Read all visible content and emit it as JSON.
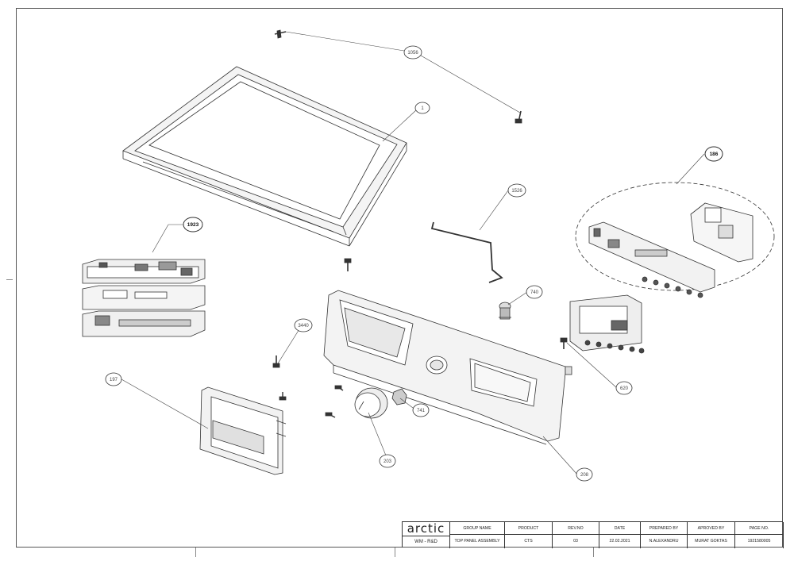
{
  "callouts": [
    {
      "id": "c1056",
      "text": "1056"
    },
    {
      "id": "c1",
      "text": "1"
    },
    {
      "id": "c186",
      "text": "186"
    },
    {
      "id": "c1923",
      "text": "1923"
    },
    {
      "id": "c1526",
      "text": "1526"
    },
    {
      "id": "c740",
      "text": "740"
    },
    {
      "id": "c3440",
      "text": "3440"
    },
    {
      "id": "c197",
      "text": "197"
    },
    {
      "id": "c620",
      "text": "620"
    },
    {
      "id": "c741",
      "text": "741"
    },
    {
      "id": "c203",
      "text": "203"
    },
    {
      "id": "c208",
      "text": "208"
    }
  ],
  "title_block": {
    "logo": "arctic",
    "department": "WM - R&D",
    "headers": [
      "GROUP NAME",
      "PRODUCT",
      "REV.NO",
      "DATE",
      "PREPARED BY",
      "APROVED BY",
      "PAGE NO."
    ],
    "values": [
      "TOP PANEL ASSEMBLY",
      "CTS",
      "03",
      "22.02.2021",
      "N.ALEXANDRU",
      "MURAT GOKTAS",
      "1921580005"
    ]
  },
  "colors": {
    "line": "#333333",
    "paper": "#ffffff",
    "fill": "#e6e6e6"
  }
}
